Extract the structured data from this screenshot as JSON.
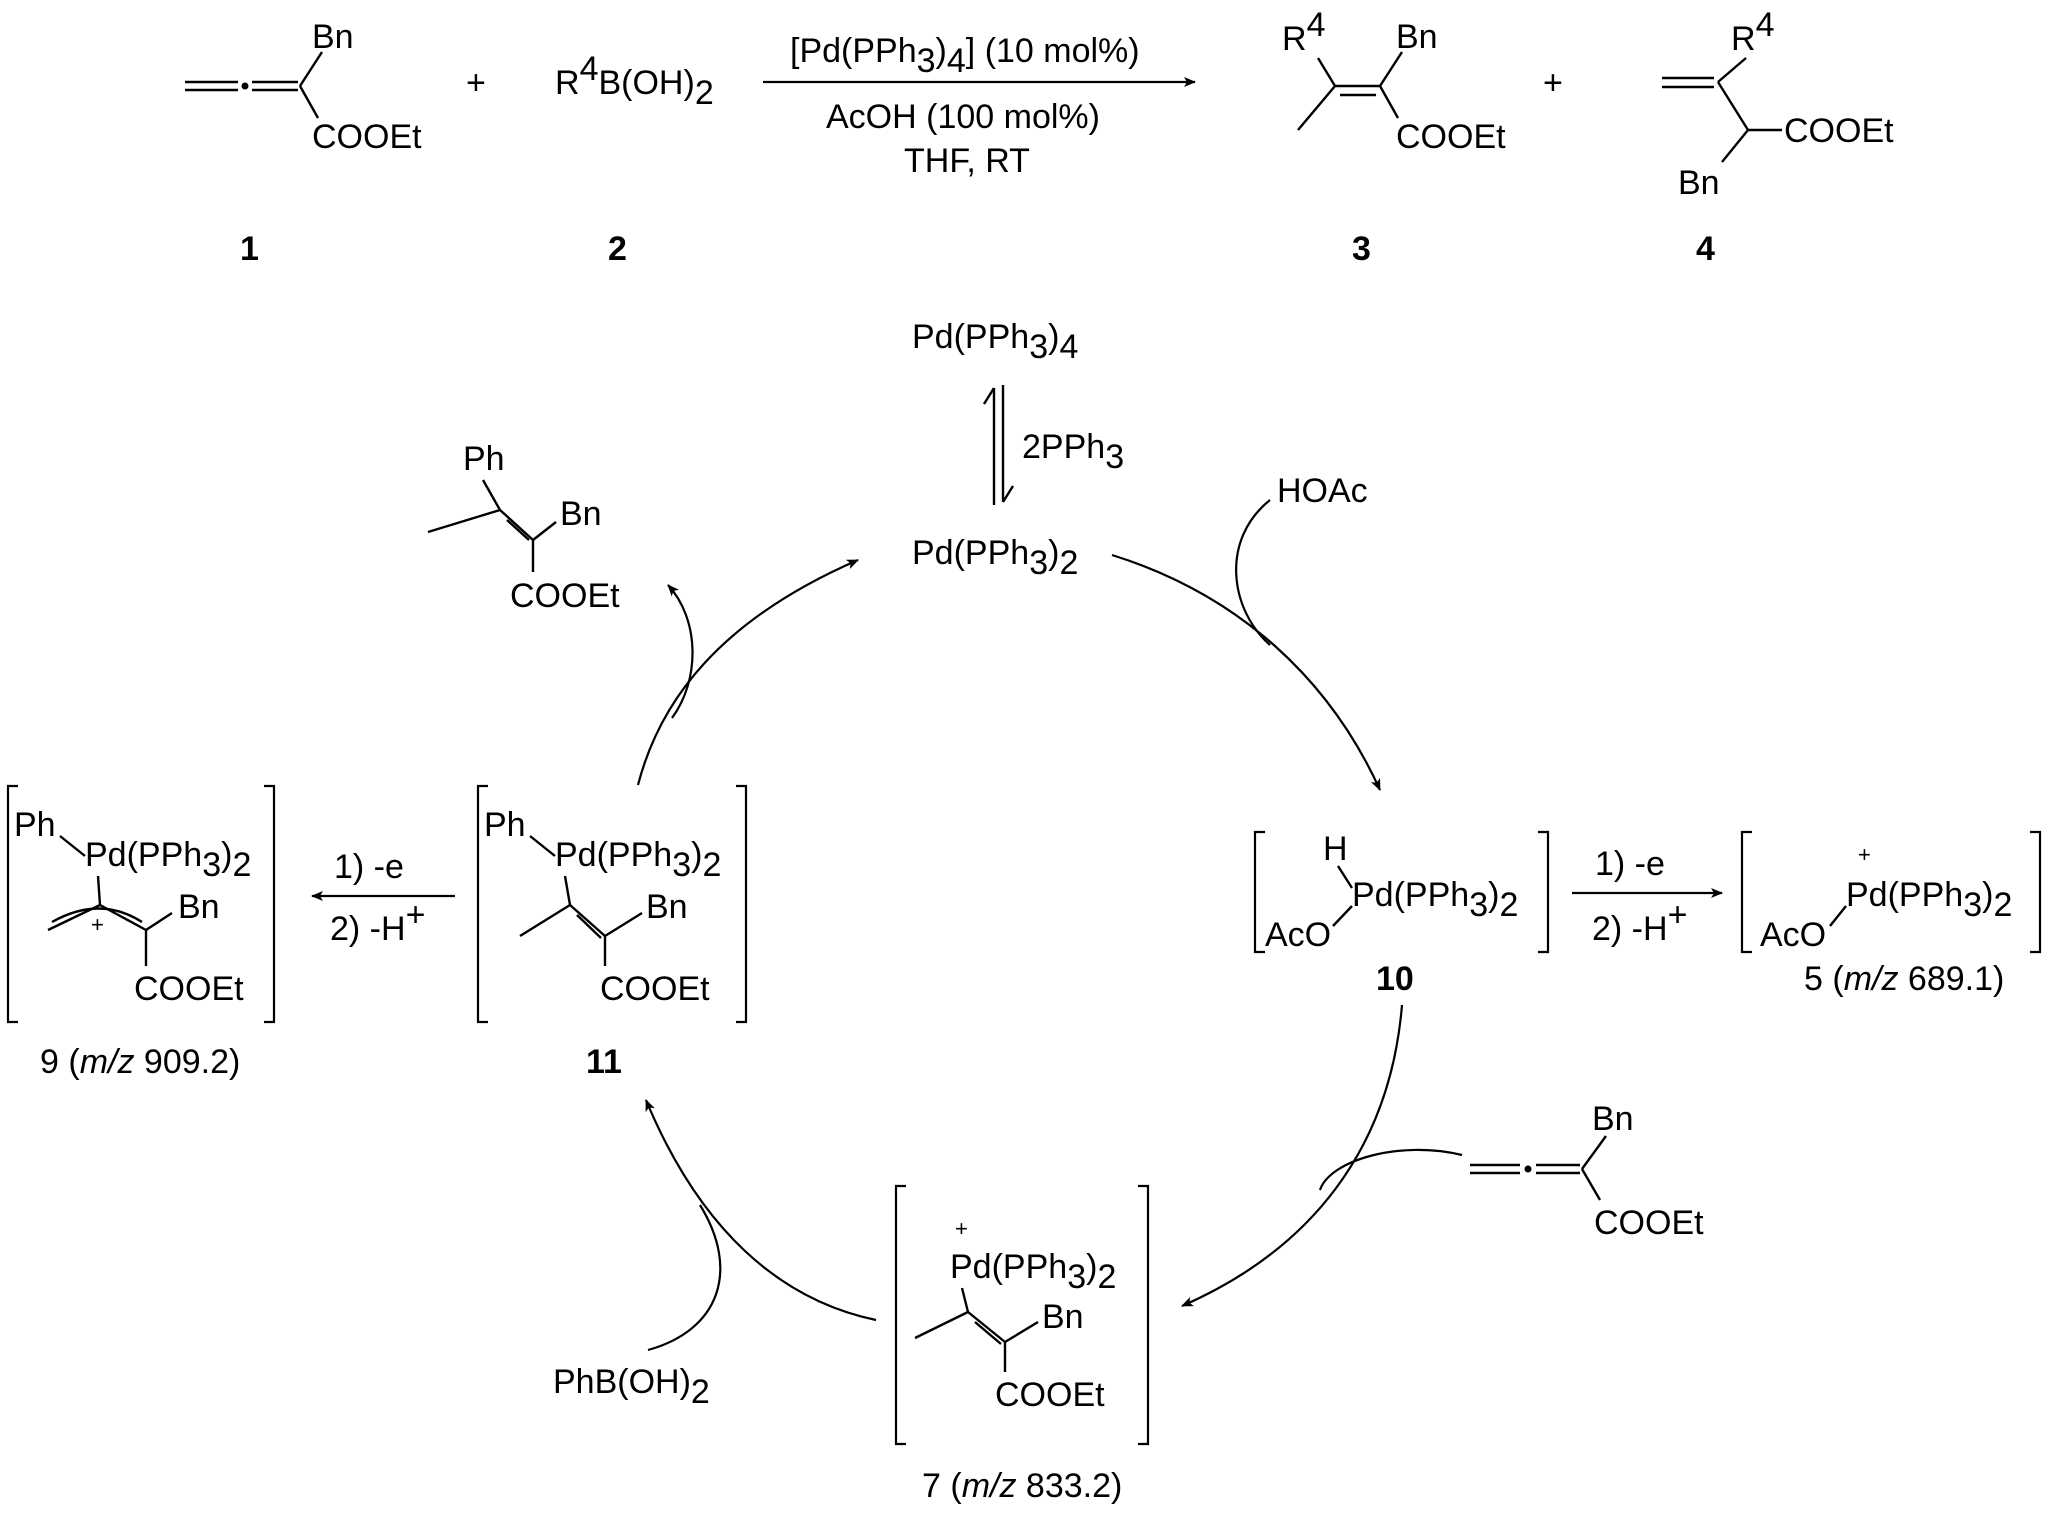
{
  "top_reaction": {
    "compound1": {
      "substituent": "Bn",
      "ester": "COOEt",
      "number": "1"
    },
    "plus_1": "+",
    "compound2": {
      "r_group": "R",
      "r_sup": "4",
      "boronic": "B(OH)",
      "boronic_sub": "2",
      "number": "2"
    },
    "conditions": {
      "catalyst_pre": "[Pd(PPh",
      "catalyst_sub": "3",
      "catalyst_mid": ")",
      "catalyst_sub2": "4",
      "catalyst_post": "] (10 mol%)",
      "acid": "AcOH (100 mol%)",
      "solvent": "THF, RT"
    },
    "compound3": {
      "r_group": "R",
      "r_sup": "4",
      "substituent": "Bn",
      "ester": "COOEt",
      "number": "3"
    },
    "plus_2": "+",
    "compound4": {
      "r_group": "R",
      "r_sup": "4",
      "substituent": "Bn",
      "ester": "COOEt",
      "number": "4"
    }
  },
  "cycle": {
    "pd_tetrakis": {
      "pre": "Pd(PPh",
      "sub": "3",
      "mid": ")",
      "sub2": "4"
    },
    "ligand_loss": {
      "pre": "2PPh",
      "sub": "3"
    },
    "pd_bis": {
      "pre": "Pd(PPh",
      "sub": "3",
      "mid": ")",
      "sub2": "2"
    },
    "hoac": "HOAc",
    "product": {
      "aryl": "Ph",
      "substituent": "Bn",
      "ester": "COOEt"
    },
    "intermediate10": {
      "h": "H",
      "pd": "Pd(PPh",
      "sub": "3",
      "mid": ")",
      "sub2": "2",
      "aco": "AcO",
      "number": "10"
    },
    "step_10_to_5": {
      "step1": "1) -e",
      "step2": "2) -H",
      "step2_sup": "+"
    },
    "intermediate5": {
      "charge": "+",
      "pd": "Pd(PPh",
      "sub": "3",
      "mid": ")",
      "sub2": "2",
      "aco": "AcO",
      "number": "5",
      "mz_open": " (",
      "mz_label": "m/z",
      "mz_value": " 689.1)"
    },
    "allene_reagent": {
      "substituent": "Bn",
      "ester": "COOEt"
    },
    "intermediate7": {
      "charge": "+",
      "pd": "Pd(PPh",
      "sub": "3",
      "mid": ")",
      "sub2": "2",
      "substituent": "Bn",
      "ester": "COOEt",
      "number": "7",
      "mz_open": " (",
      "mz_label": "m/z",
      "mz_value": " 833.2)"
    },
    "boronic_reagent": {
      "pre": "PhB(OH)",
      "sub": "2"
    },
    "intermediate11": {
      "aryl": "Ph",
      "pd": "Pd(PPh",
      "sub": "3",
      "mid": ")",
      "sub2": "2",
      "substituent": "Bn",
      "ester": "COOEt",
      "number": "11"
    },
    "step_11_to_9": {
      "step1": "1) -e",
      "step2": "2) -H",
      "step2_sup": "+"
    },
    "intermediate9": {
      "aryl": "Ph",
      "pd": "Pd(PPh",
      "sub": "3",
      "mid": ")",
      "sub2": "2",
      "charge": "+",
      "substituent": "Bn",
      "ester": "COOEt",
      "number": "9",
      "mz_open": " (",
      "mz_label": "m/z",
      "mz_value": " 909.2)"
    }
  }
}
